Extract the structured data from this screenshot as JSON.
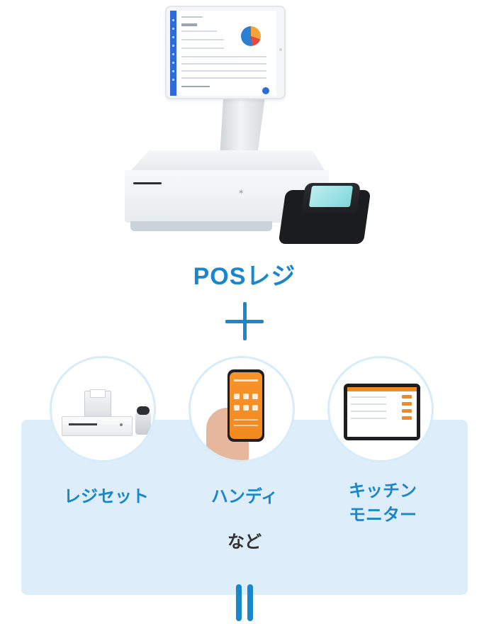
{
  "heading": "POSレジ",
  "options": [
    {
      "label": "レジセット"
    },
    {
      "label": "ハンディ"
    },
    {
      "label_line1": "キッチン",
      "label_line2": "モニター"
    }
  ],
  "etc_text": "など",
  "colors": {
    "accent": "#1a86cc",
    "panel": "#ddeefa",
    "orange": "#f28a1f"
  },
  "icons": [
    "plus-icon",
    "equals-icon"
  ]
}
